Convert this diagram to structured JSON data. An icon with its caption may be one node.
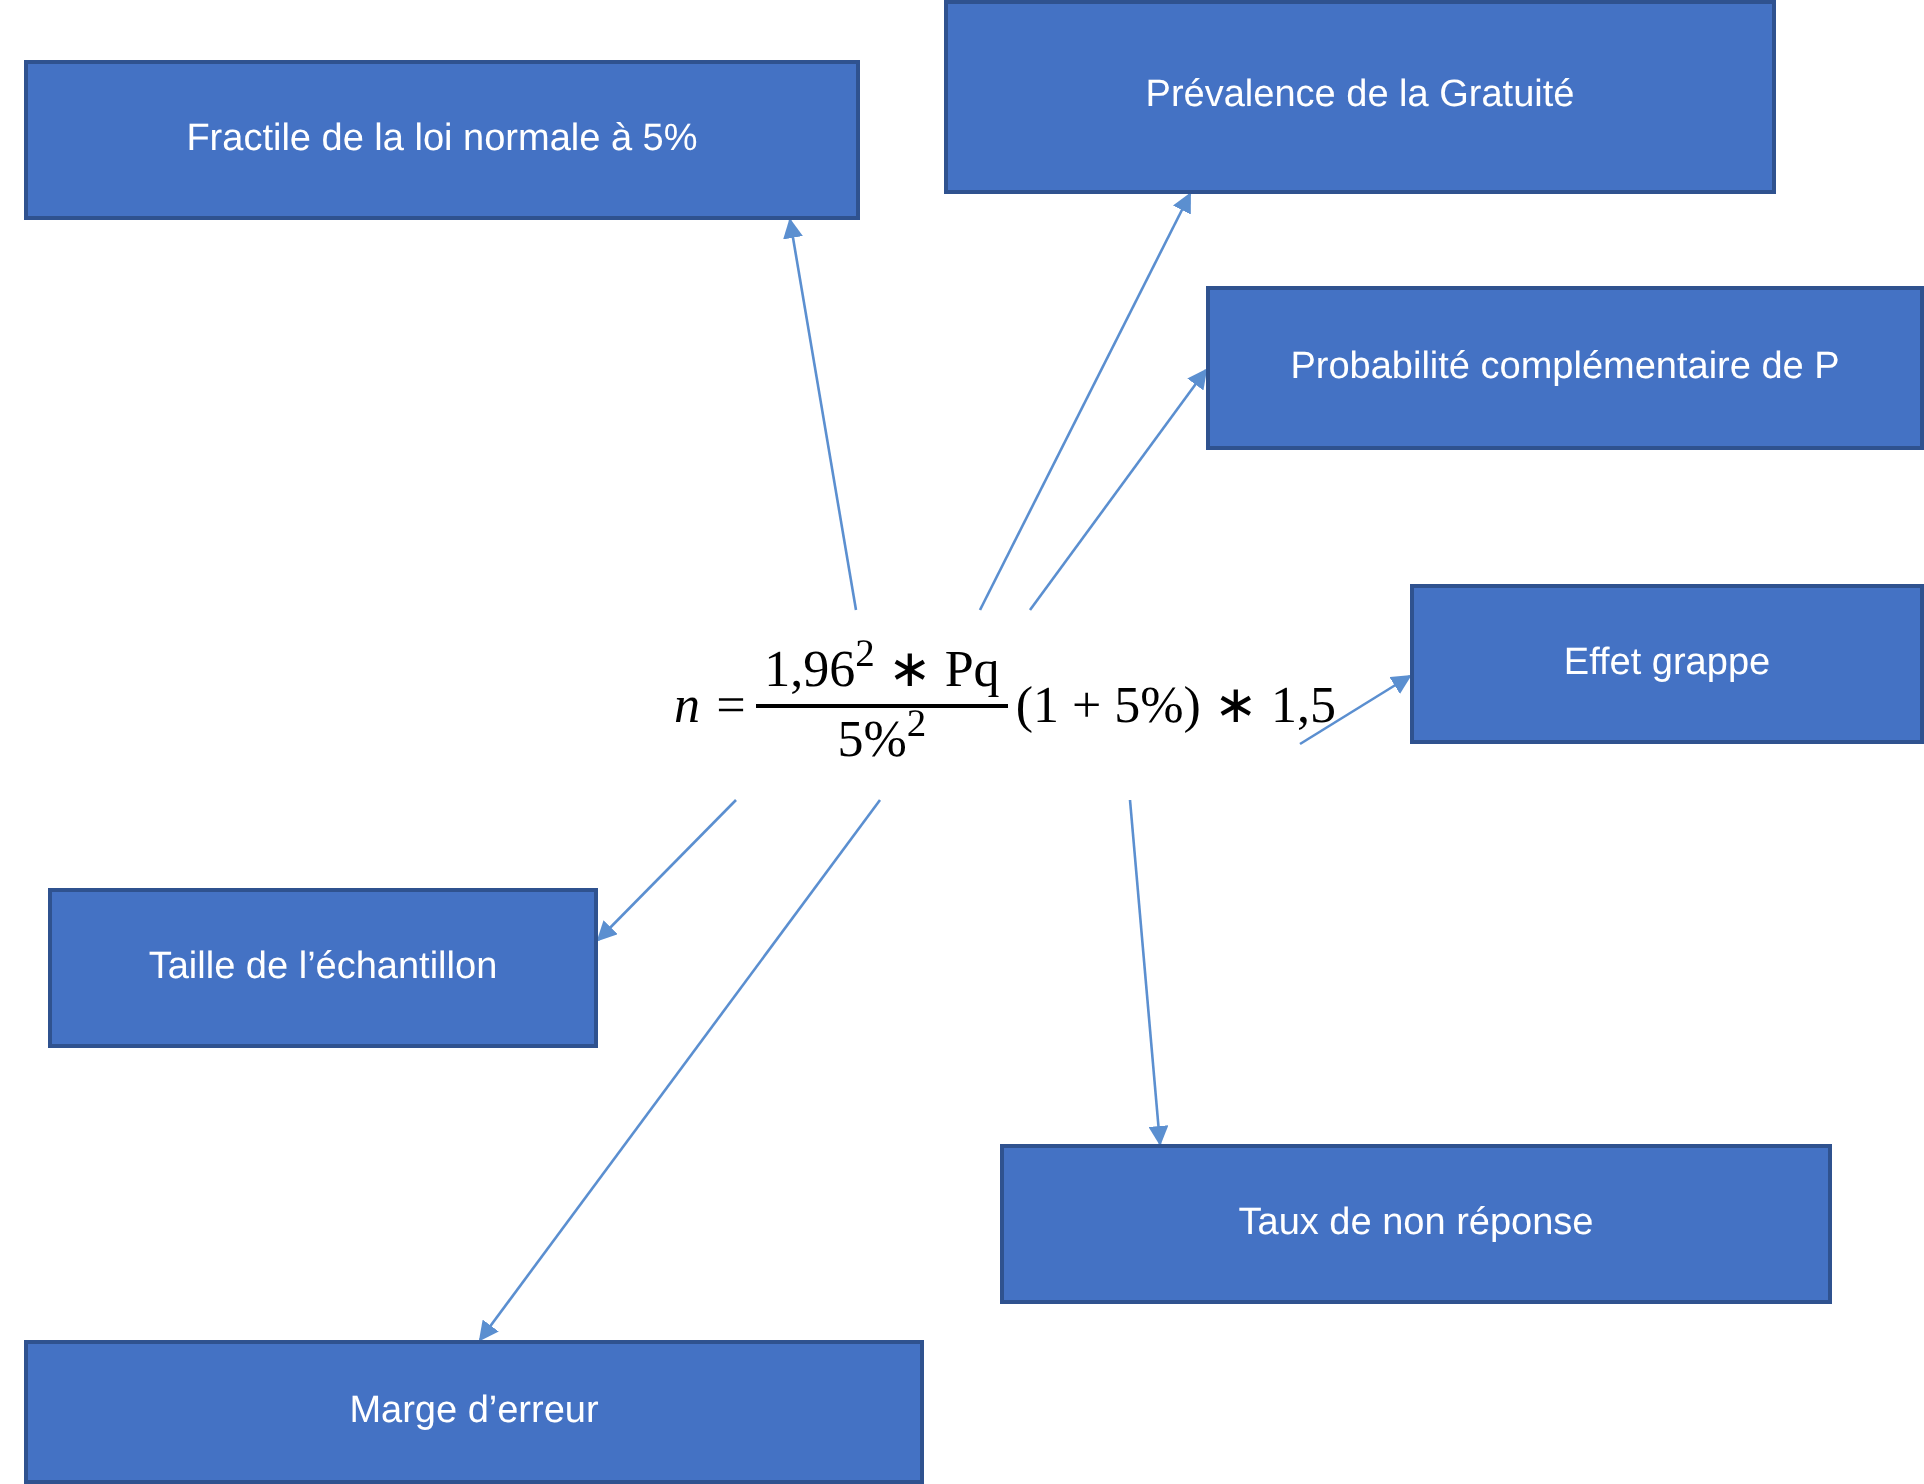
{
  "diagram": {
    "nodes": [
      {
        "text": [
          "Fractile de la loi normale à 5%"
        ]
      },
      {
        "text": [
          "Prévalence de la Gratuité"
        ]
      },
      {
        "text": [
          "Probabilité complémentaire de P"
        ]
      },
      {
        "text": [
          "Effet grappe"
        ]
      },
      {
        "text": [
          "n =",
          "1,96$^{2}$ ∗ Pq",
          "5%$^{2}$",
          "(1 + 5%) ∗ 1,5"
        ]
      },
      {
        "text": [
          "Taille de l’échantillon"
        ]
      },
      {
        "text": [
          "Taux de non réponse"
        ]
      },
      {
        "text": [
          "Marge d’erreur"
        ]
      }
    ],
    "edges": [
      {
        "from": 4,
        "to": 0,
        "arrow": "to"
      },
      {
        "from": 4,
        "to": 1,
        "arrow": "to"
      },
      {
        "from": 4,
        "to": 2,
        "arrow": "to"
      },
      {
        "from": 4,
        "to": 3,
        "arrow": "to"
      },
      {
        "from": 4,
        "to": 5,
        "arrow": "to"
      },
      {
        "from": 4,
        "to": 7,
        "arrow": "to"
      },
      {
        "from": 4,
        "to": 6,
        "arrow": "to"
      }
    ]
  }
}
